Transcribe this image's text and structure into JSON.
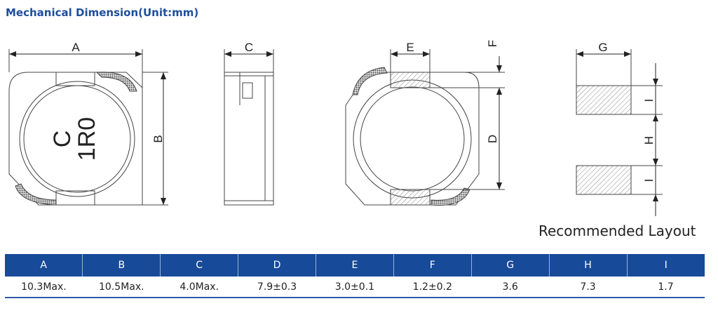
{
  "title": "Mechanical Dimension(Unit:mm)",
  "drawing": {
    "labels": {
      "A": "A",
      "B": "B",
      "C": "C",
      "D": "D",
      "E": "E",
      "F": "F",
      "G": "G",
      "H": "H",
      "I": "I"
    },
    "marking_line1": "C",
    "marking_line2": "1R0",
    "layout_caption": "Recommended Layout"
  },
  "table": {
    "headers": [
      "A",
      "B",
      "C",
      "D",
      "E",
      "F",
      "G",
      "H",
      "I"
    ],
    "values": [
      "10.3Max.",
      "10.5Max.",
      "4.0Max.",
      "7.9±0.3",
      "3.0±0.1",
      "1.2±0.2",
      "3.6",
      "7.3",
      "1.7"
    ]
  },
  "colors": {
    "accent": "#174a98",
    "title": "#1f4e9c"
  }
}
